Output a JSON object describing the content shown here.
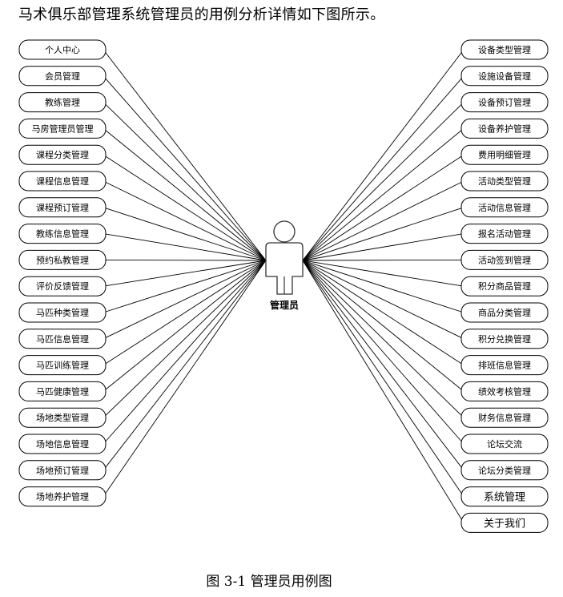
{
  "intro_text": "马术俱乐部管理系统管理员的用例分析详情如下图所示。",
  "actor": {
    "label": "管理员"
  },
  "left_use_cases": [
    "个人中心",
    "会员管理",
    "教练管理",
    "马房管理员管理",
    "课程分类管理",
    "课程信息管理",
    "课程预订管理",
    "教练信息管理",
    "预约私教管理",
    "评价反馈管理",
    "马匹种类管理",
    "马匹信息管理",
    "马匹训练管理",
    "马匹健康管理",
    "场地类型管理",
    "场地信息管理",
    "场地预订管理",
    "场地养护管理"
  ],
  "right_use_cases": [
    "设备类型管理",
    "设施设备管理",
    "设备预订管理",
    "设备养护管理",
    "费用明细管理",
    "活动类型管理",
    "活动信息管理",
    "报名活动管理",
    "活动签到管理",
    "积分商品管理",
    "商品分类管理",
    "积分兑换管理",
    "排班信息管理",
    "绩效考核管理",
    "财务信息管理",
    "论坛交流",
    "论坛分类管理",
    "系统管理",
    "关于我们"
  ],
  "caption": "图 3-1 管理员用例图"
}
